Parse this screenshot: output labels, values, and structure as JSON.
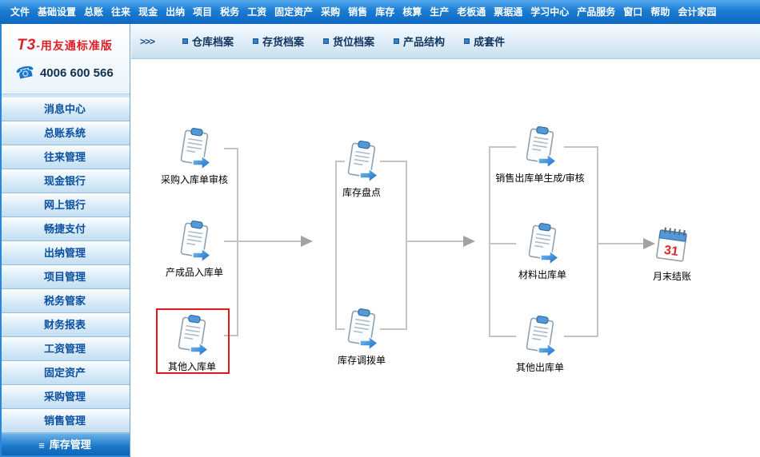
{
  "menubar": {
    "items": [
      "文件",
      "基础设置",
      "总账",
      "往来",
      "现金",
      "出纳",
      "项目",
      "税务",
      "工资",
      "固定资产",
      "采购",
      "销售",
      "库存",
      "核算",
      "生产",
      "老板通",
      "票据通",
      "学习中心",
      "产品服务",
      "窗口",
      "帮助",
      "会计家园"
    ]
  },
  "sidebar": {
    "brand_prefix": "T3",
    "brand_name": "-用友通标准版",
    "phone": "4006 600 566",
    "items": [
      "消息中心",
      "总账系统",
      "往来管理",
      "现金银行",
      "网上银行",
      "畅捷支付",
      "出纳管理",
      "项目管理",
      "税务管家",
      "财务报表",
      "工资管理",
      "固定资产",
      "采购管理",
      "销售管理",
      "库存管理"
    ],
    "active_item": "库存管理"
  },
  "toolbar": {
    "collapse_icon": ">>>",
    "items": [
      "仓库档案",
      "存货档案",
      "货位档案",
      "产品结构",
      "成套件"
    ]
  },
  "icons": {
    "phone": "☎",
    "active_bullet": "≡"
  },
  "flowchart": {
    "calendar_day": "31",
    "nodes": [
      {
        "label": "采购入库单审核",
        "highlighted": false
      },
      {
        "label": "产成品入库单",
        "highlighted": false
      },
      {
        "label": "其他入库单",
        "highlighted": true
      },
      {
        "label": "库存盘点",
        "highlighted": false
      },
      {
        "label": "库存调拨单",
        "highlighted": false
      },
      {
        "label": "销售出库单生成/审核",
        "highlighted": false
      },
      {
        "label": "材料出库单",
        "highlighted": false
      },
      {
        "label": "其他出库单",
        "highlighted": false
      },
      {
        "label": "月末结账",
        "highlighted": false
      }
    ]
  },
  "colors": {
    "menubar_blue": "#1b7cd2",
    "sidebar_text": "#0b4f9e",
    "brand_red": "#e01f26",
    "highlight_red": "#e41616",
    "icon_blue": "#5598d6"
  }
}
